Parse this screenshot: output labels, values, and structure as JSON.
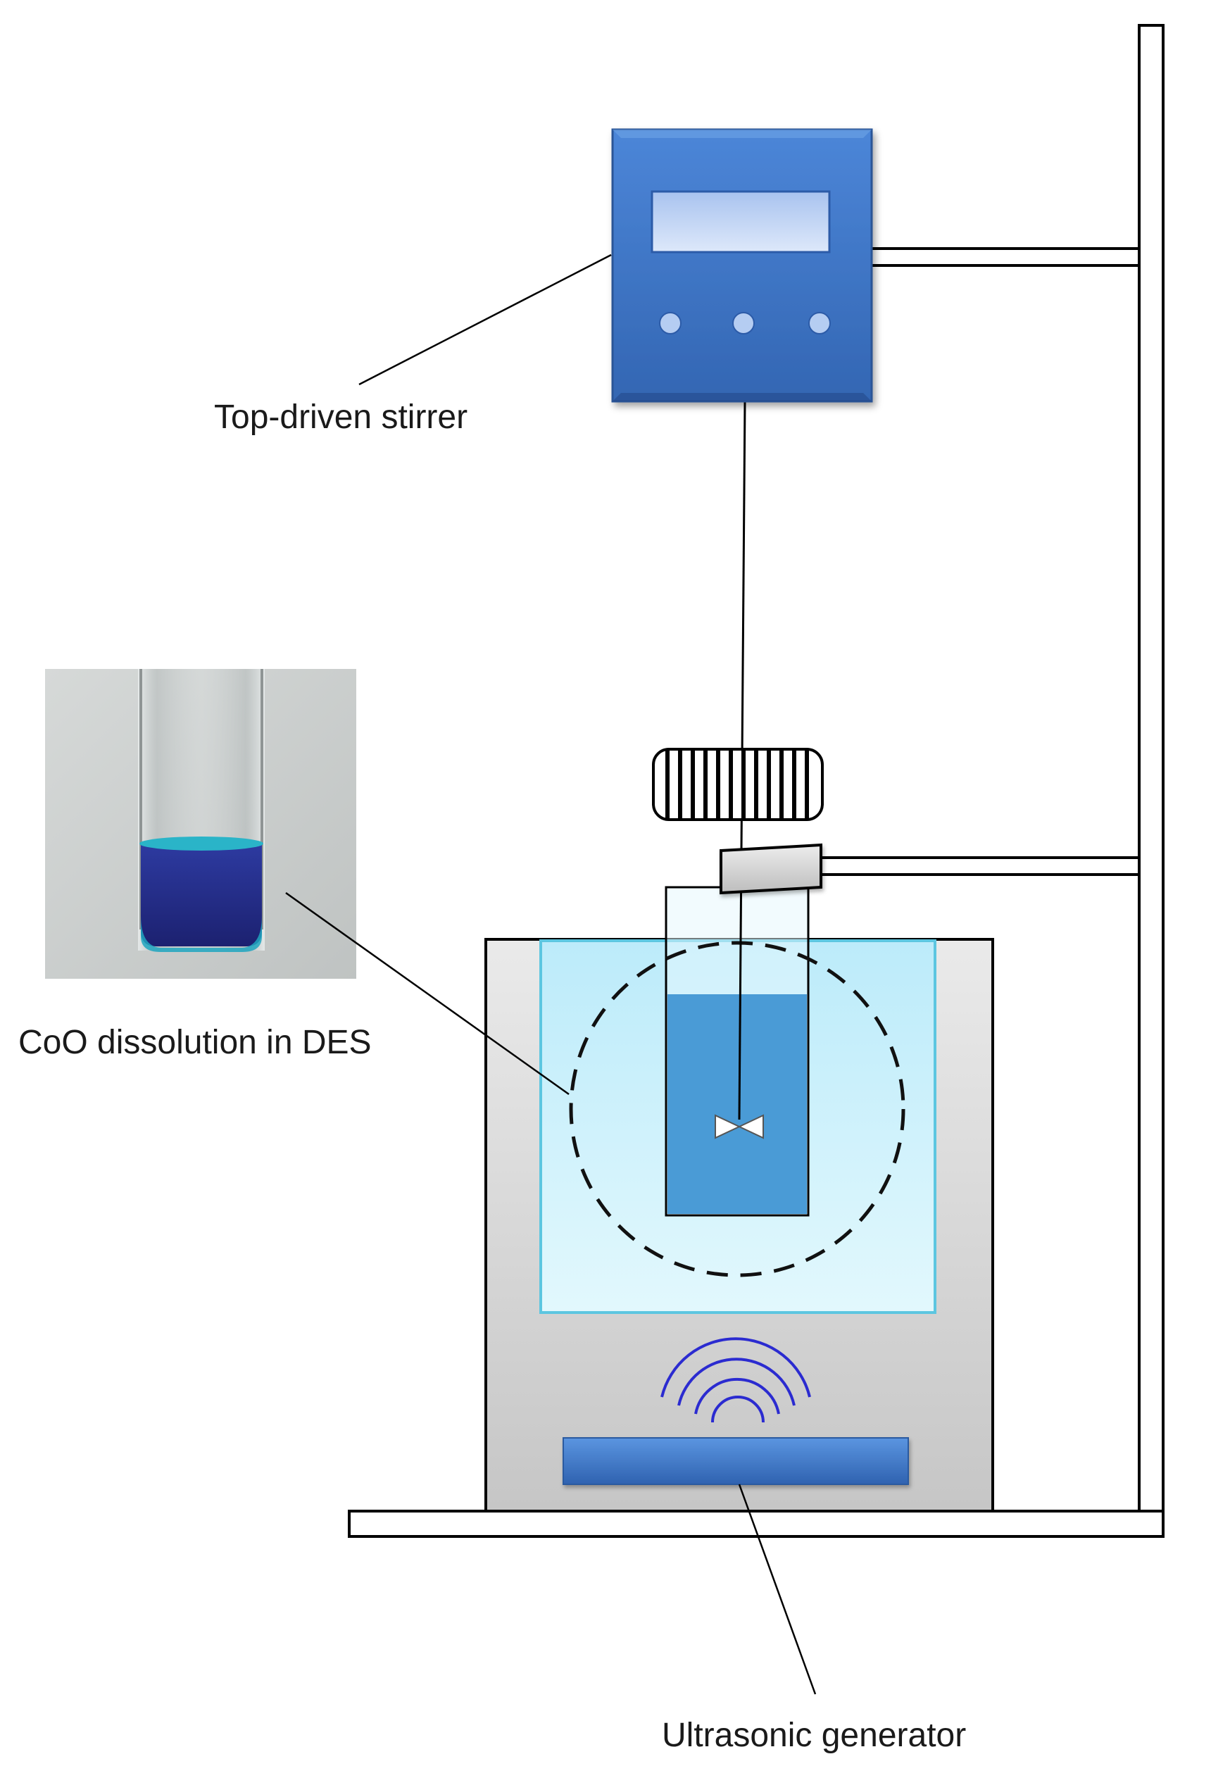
{
  "labels": {
    "stirrer": "Top-driven stirrer",
    "dissolution": "CoO dissolution in DES",
    "ultrasonic": "Ultrasonic generator"
  },
  "colors": {
    "stirrer_body": "#3f78c9",
    "stirrer_display": "#c3d6f5",
    "stirrer_buttons": "#b5cdf2",
    "bath_housing": "#d9d9d9",
    "bath_water": "#c8f0fb",
    "vessel_liquid": "#4a9bd6",
    "generator_bar": "#3f78c9",
    "waves": "#2b2bd0",
    "vial_liquid_dark": "#252b8a",
    "vial_liquid_light": "#29b5c9",
    "photo_background": "#cdd1d0"
  }
}
